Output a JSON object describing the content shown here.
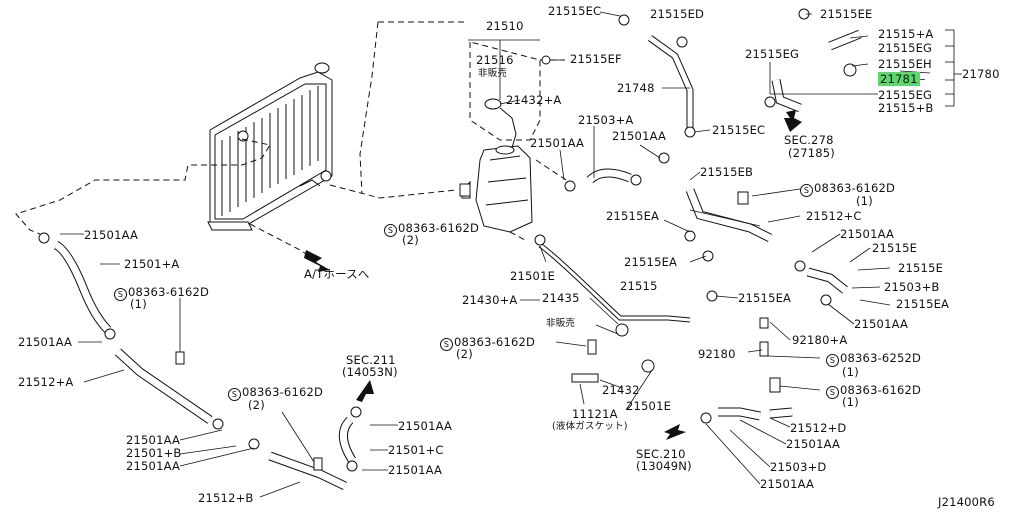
{
  "diagram": {
    "code": "J21400R6",
    "highlight_color": "#5ad86e",
    "arrow_notes": {
      "at_hose": "A/Tホースへ",
      "sec_278": [
        "SEC.278",
        "(27185)"
      ],
      "sec_211": [
        "SEC.211",
        "(14053N)"
      ],
      "sec_210": [
        "SEC.210",
        "(13049N)"
      ]
    },
    "labels": {
      "p21515EC_top": "21515EC",
      "p21515ED": "21515ED",
      "p21515EE": "21515EE",
      "p21515A": "21515+A",
      "p21515EG_1": "21515EG",
      "p21515EH": "21515EH",
      "p21781": "21781",
      "p21780": "21780",
      "p21515EG_2": "21515EG",
      "p21515B": "21515+B",
      "p21515EG_3": "21515EG",
      "p21510": "21510",
      "p21516": "21516",
      "not_sold_1": "非販売",
      "p21515EF": "21515EF",
      "p21748": "21748",
      "p21432A": "21432+A",
      "p21503A": "21503+A",
      "p21501AA_a": "21501AA",
      "p21501AA_b": "21501AA",
      "p21515EC_mid": "21515EC",
      "p21515EB": "21515EB",
      "s08363_6162D_a": "08363-6162D",
      "qty_1_a": "(1)",
      "p21512C": "21512+C",
      "p21515EA_a": "21515EA",
      "s08363_6162D_b": "08363-6162D",
      "qty_2_a": "(2)",
      "p21501AA_c": "21501AA",
      "p21515E_a": "21515E",
      "p21501AA_d": "21501AA",
      "p21501A": "21501+A",
      "p21515EA_b": "21515EA",
      "p21501E_a": "21501E",
      "p21515E_b": "21515E",
      "p21503B": "21503+B",
      "p21515EA_c": "21515EA",
      "p21515EA_d": "21515EA",
      "s08363_6162D_c": "08363-6162D",
      "qty_1_b": "(1)",
      "p21430A": "21430+A",
      "p21435": "21435",
      "p21515": "21515",
      "p21501AA_e": "21501AA",
      "not_sold_2": "非販売",
      "p21501AA_f": "21501AA",
      "p92180A": "92180+A",
      "s08363_6162D_d": "08363-6162D",
      "qty_2_b": "(2)",
      "p92180": "92180",
      "s08363_6252D": "08363-6252D",
      "qty_1_c": "(1)",
      "p21512A": "21512+A",
      "p21432": "21432",
      "s08363_6162D_e": "08363-6162D",
      "qty_1_d": "(1)",
      "s08363_6162D_f": "08363-6162D",
      "qty_2_c": "(2)",
      "p21501AA_g": "21501AA",
      "p11121A": "11121A",
      "seal_gasket": "(液体ガスケット)",
      "p21501E_b": "21501E",
      "p21512D": "21512+D",
      "p21501AA_h": "21501AA",
      "p21501C": "21501+C",
      "p21501AA_i": "21501AA",
      "p21501B": "21501+B",
      "p21501AA_j": "21501AA",
      "p21501AA_k": "21501AA",
      "p21503D": "21503+D",
      "p21512B": "21512+B",
      "p21501AA_l": "21501AA"
    }
  }
}
